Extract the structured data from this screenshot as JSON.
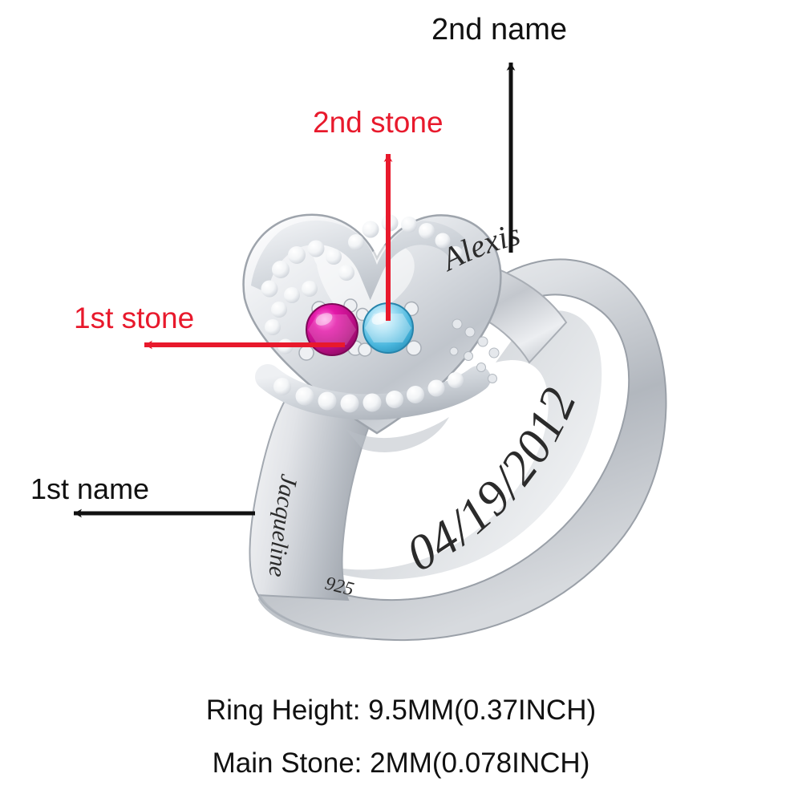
{
  "diagram": {
    "type": "product-annotation",
    "subject": "personalized heart birthstone ring",
    "background_color": "#ffffff",
    "callouts": [
      {
        "id": "2nd-name",
        "label": "2nd name",
        "color": "#111111",
        "arrow_direction": "up",
        "points_to": "engraved name on right band"
      },
      {
        "id": "2nd-stone",
        "label": "2nd stone",
        "color": "#e8192c",
        "arrow_direction": "up",
        "points_to": "light blue gemstone"
      },
      {
        "id": "1st-stone",
        "label": "1st stone",
        "color": "#e8192c",
        "arrow_direction": "left",
        "points_to": "magenta gemstone"
      },
      {
        "id": "1st-name",
        "label": "1st name",
        "color": "#111111",
        "arrow_direction": "left",
        "points_to": "engraved name on left band"
      }
    ]
  },
  "ring": {
    "metal_color": "#d8dade",
    "engravings": {
      "name_right": "Alexis",
      "name_left": "Jacqueline",
      "date": "04/19/2012",
      "hallmark": "925"
    },
    "stones": {
      "first": {
        "name": "1st stone",
        "color": "#cc1199"
      },
      "second": {
        "name": "2nd stone",
        "color": "#6fc9e8"
      },
      "accent": {
        "name": "pave accent stones",
        "color": "#ffffff"
      }
    }
  },
  "specs": {
    "ring_height": "Ring Height: 9.5MM(0.37INCH)",
    "main_stone": "Main Stone:  2MM(0.078INCH)"
  }
}
